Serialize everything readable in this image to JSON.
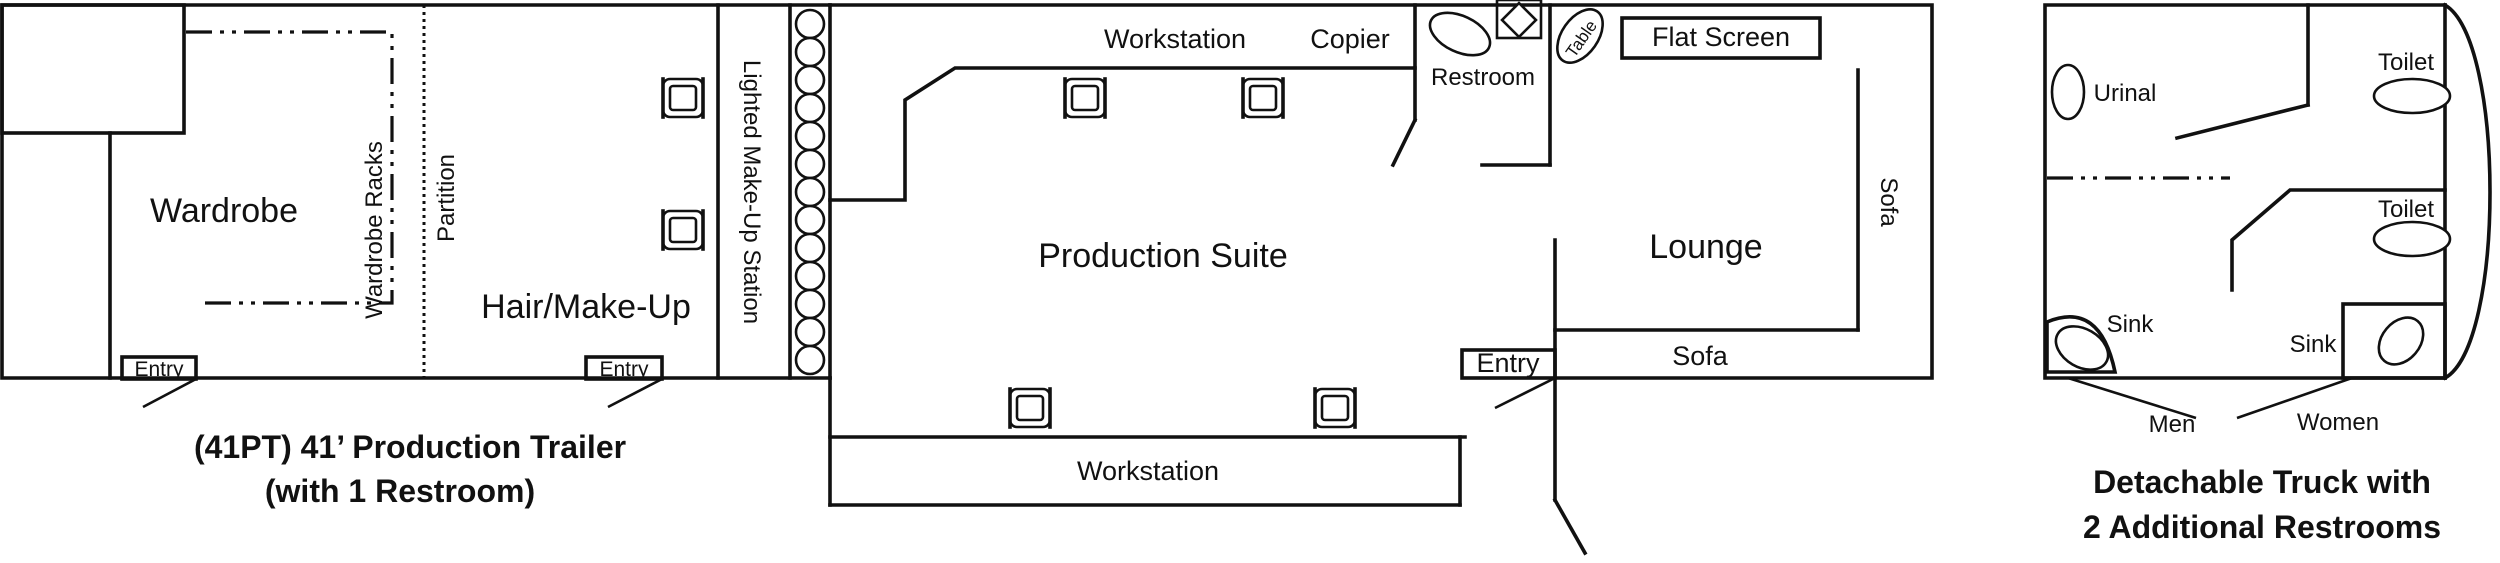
{
  "trailer": {
    "rooms": {
      "wardrobe": "Wardrobe",
      "wardrobe_racks": "Wardrobe Racks",
      "partition": "Partition",
      "hair_makeup": "Hair/Make-Up",
      "makeup_station": "Lighted Make-Up Station",
      "production_suite": "Production Suite",
      "lounge": "Lounge",
      "restroom": "Restroom"
    },
    "fixtures": {
      "workstation_top": "Workstation",
      "copier": "Copier",
      "table": "Table",
      "flat_screen": "Flat Screen",
      "sofa_right": "Sofa",
      "sofa_bottom": "Sofa",
      "workstation_bottom": "Workstation"
    },
    "entries": [
      "Entry",
      "Entry",
      "Entry"
    ],
    "caption_line1": "(41PT) 41’ Production Trailer",
    "caption_line2": "(with 1 Restroom)"
  },
  "truck": {
    "labels": {
      "urinal": "Urinal",
      "toilet_1": "Toilet",
      "toilet_2": "Toilet",
      "sink_men": "Sink",
      "sink_women": "Sink",
      "men": "Men",
      "women": "Women"
    },
    "caption_line1": "Detachable Truck with",
    "caption_line2": "2 Additional Restrooms"
  }
}
